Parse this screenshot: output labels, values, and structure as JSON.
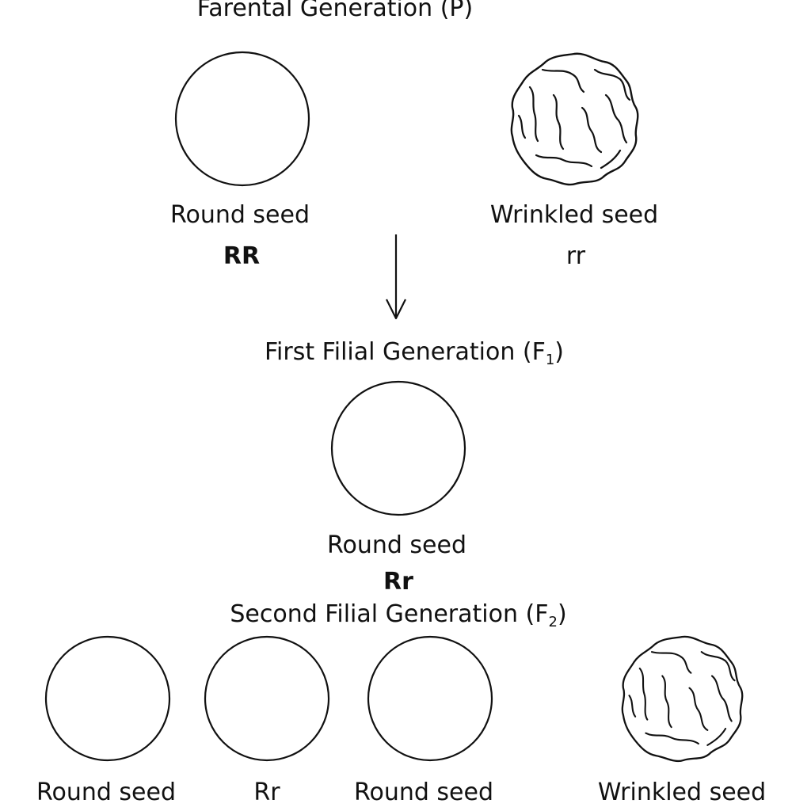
{
  "parental": {
    "title": "Farental Generation (P)",
    "round_label": "Round seed",
    "round_genotype": "RR",
    "wrinkled_label": "Wrinkled  seed",
    "wrinkled_genotype": "rr"
  },
  "f1": {
    "title_main": "First Filial Generation (F",
    "title_sub": "1",
    "title_close": ")",
    "seed_label": "Round seed",
    "genotype": "Rr"
  },
  "f2": {
    "title_main": "Second Filial Generation (F",
    "title_sub": "2",
    "title_close": ")",
    "labels": [
      "Round seed",
      "Rr",
      "Round seed",
      "Wrinkled seed"
    ]
  },
  "icons": {
    "round_seed": "round-seed-icon",
    "wrinkled_seed": "wrinkled-seed-icon",
    "arrow": "down-arrow-icon"
  }
}
